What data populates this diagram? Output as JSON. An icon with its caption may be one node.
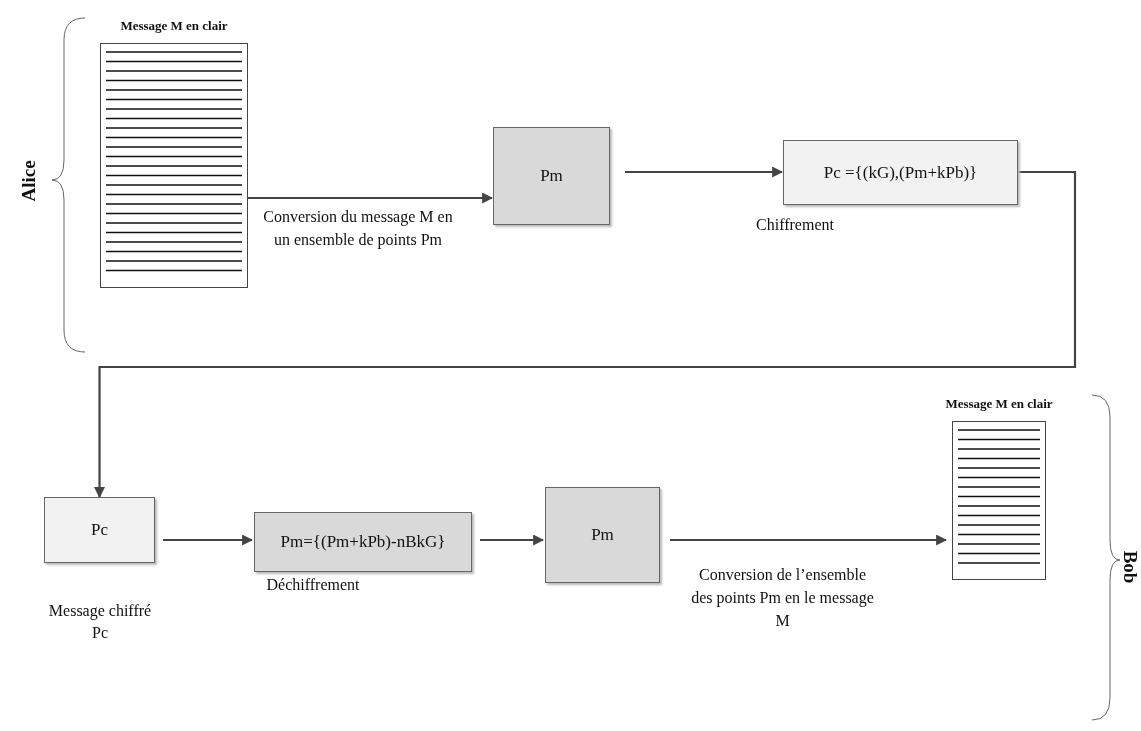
{
  "diagram": {
    "nodes": [
      {
        "text": [
          "Message M en clair"
        ]
      },
      {
        "text": [
          "Pm"
        ]
      },
      {
        "text": [
          "Pc ={(kG),(Pm+kPb)}"
        ]
      },
      {
        "text": [
          "Pc"
        ],
        "beside": [
          "Message chiffré Pc"
        ]
      },
      {
        "text": [
          "Pm={(Pm+kPb)-nBkG}"
        ]
      },
      {
        "text": [
          "Pm"
        ]
      },
      {
        "text": [
          "Message M en clair"
        ]
      }
    ],
    "edges": [
      {
        "from": 0,
        "to": 1,
        "arrow": "to",
        "label": "Conversion du message M en un ensemble de points Pm"
      },
      {
        "from": 1,
        "to": 2,
        "arrow": "to",
        "label": "Chiffrement"
      },
      {
        "from": 2,
        "to": 3,
        "arrow": "to"
      },
      {
        "from": 3,
        "to": 4,
        "arrow": "to",
        "label": "Déchiffrement"
      },
      {
        "from": 4,
        "to": 5,
        "arrow": "to"
      },
      {
        "from": 5,
        "to": 6,
        "arrow": "to",
        "label": "Conversion de l’ensemble des points Pm en le message M"
      }
    ],
    "labels": [
      "Alice",
      "Bob"
    ]
  }
}
